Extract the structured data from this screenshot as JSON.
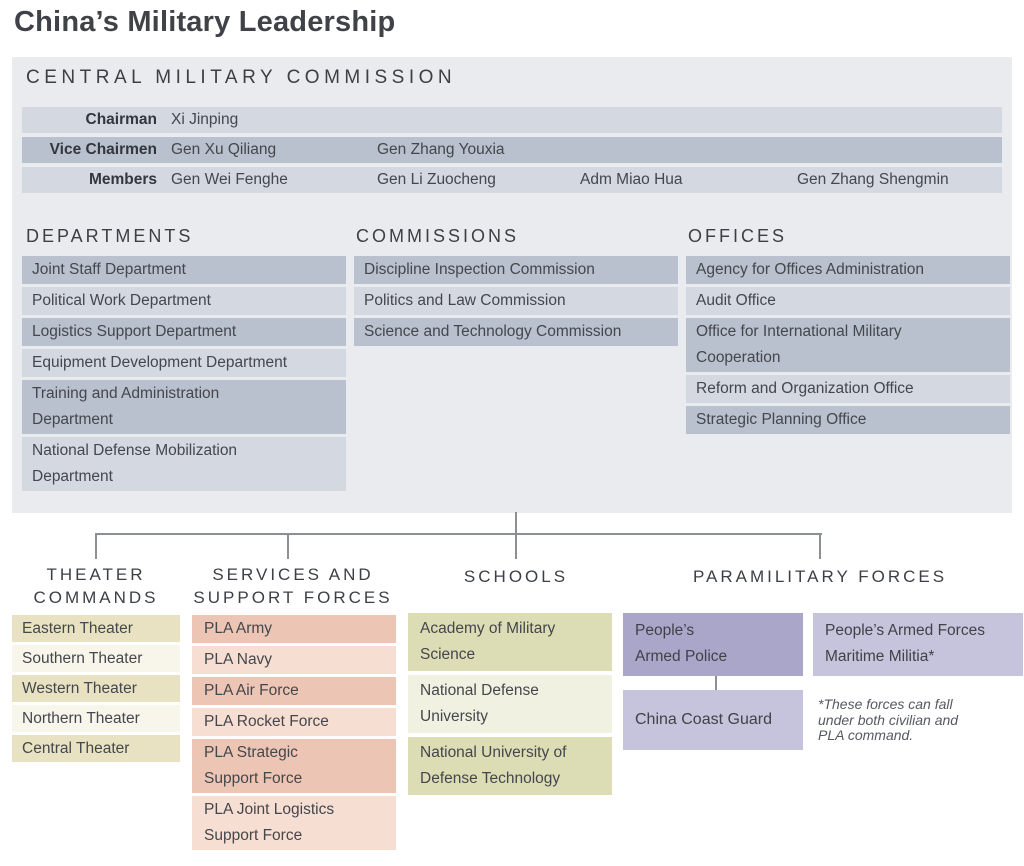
{
  "title": "China’s Military Leadership",
  "cmc": {
    "heading": "CENTRAL MILITARY COMMISSION",
    "rows": [
      {
        "label": "Chairman",
        "members": [
          "Xi Jinping"
        ]
      },
      {
        "label": "Vice Chairmen",
        "members": [
          "Gen Xu Qiliang",
          "Gen Zhang Youxia"
        ]
      },
      {
        "label": "Members",
        "members": [
          "Gen Wei Fenghe",
          "Gen Li Zuocheng",
          "Adm Miao Hua",
          "Gen Zhang Shengmin"
        ]
      }
    ],
    "sections": [
      {
        "heading": "DEPARTMENTS",
        "items": [
          "Joint Staff Department",
          "Political Work Department",
          "Logistics Support Department",
          "Equipment Development Department",
          "Training and Administration\nDepartment",
          "National Defense Mobilization\nDepartment"
        ]
      },
      {
        "heading": "COMMISSIONS",
        "items": [
          "Discipline Inspection Commission",
          "Politics and Law Commission",
          "Science and Technology Commission"
        ]
      },
      {
        "heading": "OFFICES",
        "items": [
          "Agency for Offices Administration",
          "Audit Office",
          "Office for International Military\nCooperation",
          "Reform and Organization Office",
          "Strategic Planning Office"
        ]
      }
    ]
  },
  "branches": {
    "theater_commands": {
      "heading": "THEATER\nCOMMANDS",
      "items": [
        "Eastern Theater",
        "Southern Theater",
        "Western Theater",
        "Northern Theater",
        "Central Theater"
      ]
    },
    "services": {
      "heading": "SERVICES AND\nSUPPORT FORCES",
      "items": [
        "PLA Army",
        "PLA Navy",
        "PLA Air Force",
        "PLA Rocket Force",
        "PLA Strategic\nSupport Force",
        "PLA Joint Logistics\nSupport Force"
      ]
    },
    "schools": {
      "heading": "SCHOOLS",
      "items": [
        "Academy of Military\nScience",
        "National Defense\nUniversity",
        "National University of\nDefense Technology"
      ]
    },
    "paramilitary": {
      "heading": "PARAMILITARY FORCES",
      "people_armed_police": "People’s\nArmed Police",
      "china_coast_guard": "China Coast Guard",
      "maritime_militia": "People’s Armed Forces\nMaritime Militia*",
      "footnote": "*These forces can fall\nunder both civilian and\nPLA command."
    }
  },
  "colors": {
    "panel-bg": "#e9ebee",
    "row-dark": "#b9c0ce",
    "row-light": "#d3d8e1",
    "tan-dark": "#e9e2c2",
    "tan-light": "#f8f5eb",
    "salmon-dark": "#edc5b4",
    "salmon-light": "#f7ded3",
    "olive-dark": "#dcdcb5",
    "olive-light": "#f1f1e1",
    "purple-dark": "#a9a6c9",
    "purple-light": "#c6c4dc",
    "connector": "#8c8f93",
    "heading-text": "#3c4046",
    "body-text": "#46494e"
  }
}
